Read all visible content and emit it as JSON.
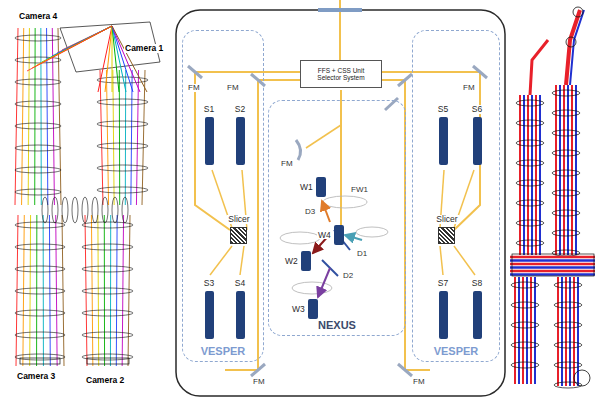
{
  "diagram": {
    "nodes": [
      {
        "text": [
          "FFS + CSS Unit Selector System"
        ]
      },
      {
        "text": [
          "VESPER"
        ]
      },
      {
        "text": [
          "S1"
        ],
        "in": 1
      },
      {
        "text": [
          "S2"
        ],
        "in": 1
      },
      {
        "text": [
          "Slicer"
        ],
        "in": 1
      },
      {
        "text": [
          "S3"
        ],
        "in": 1
      },
      {
        "text": [
          "S4"
        ],
        "in": 1
      },
      {
        "text": [
          "NEXUS"
        ]
      },
      {
        "text": [
          "W1"
        ],
        "in": 7
      },
      {
        "text": [
          "W4"
        ],
        "in": 7
      },
      {
        "text": [
          "W2"
        ],
        "in": 7
      },
      {
        "text": [
          "W3"
        ],
        "in": 7
      },
      {
        "text": [
          "VESPER"
        ]
      },
      {
        "text": [
          "S5"
        ],
        "in": 12
      },
      {
        "text": [
          "S6"
        ],
        "in": 12
      },
      {
        "text": [
          "Slicer"
        ],
        "in": 12
      },
      {
        "text": [
          "S7"
        ],
        "in": 12
      },
      {
        "text": [
          "S8"
        ],
        "in": 12
      }
    ],
    "labels": [
      "Camera 4",
      "Camera 1",
      "Camera 3",
      "Camera 2",
      "FM",
      "FM",
      "FM",
      "FM",
      "FM",
      "FM",
      "FW1",
      "D3",
      "D1",
      "D2"
    ]
  }
}
